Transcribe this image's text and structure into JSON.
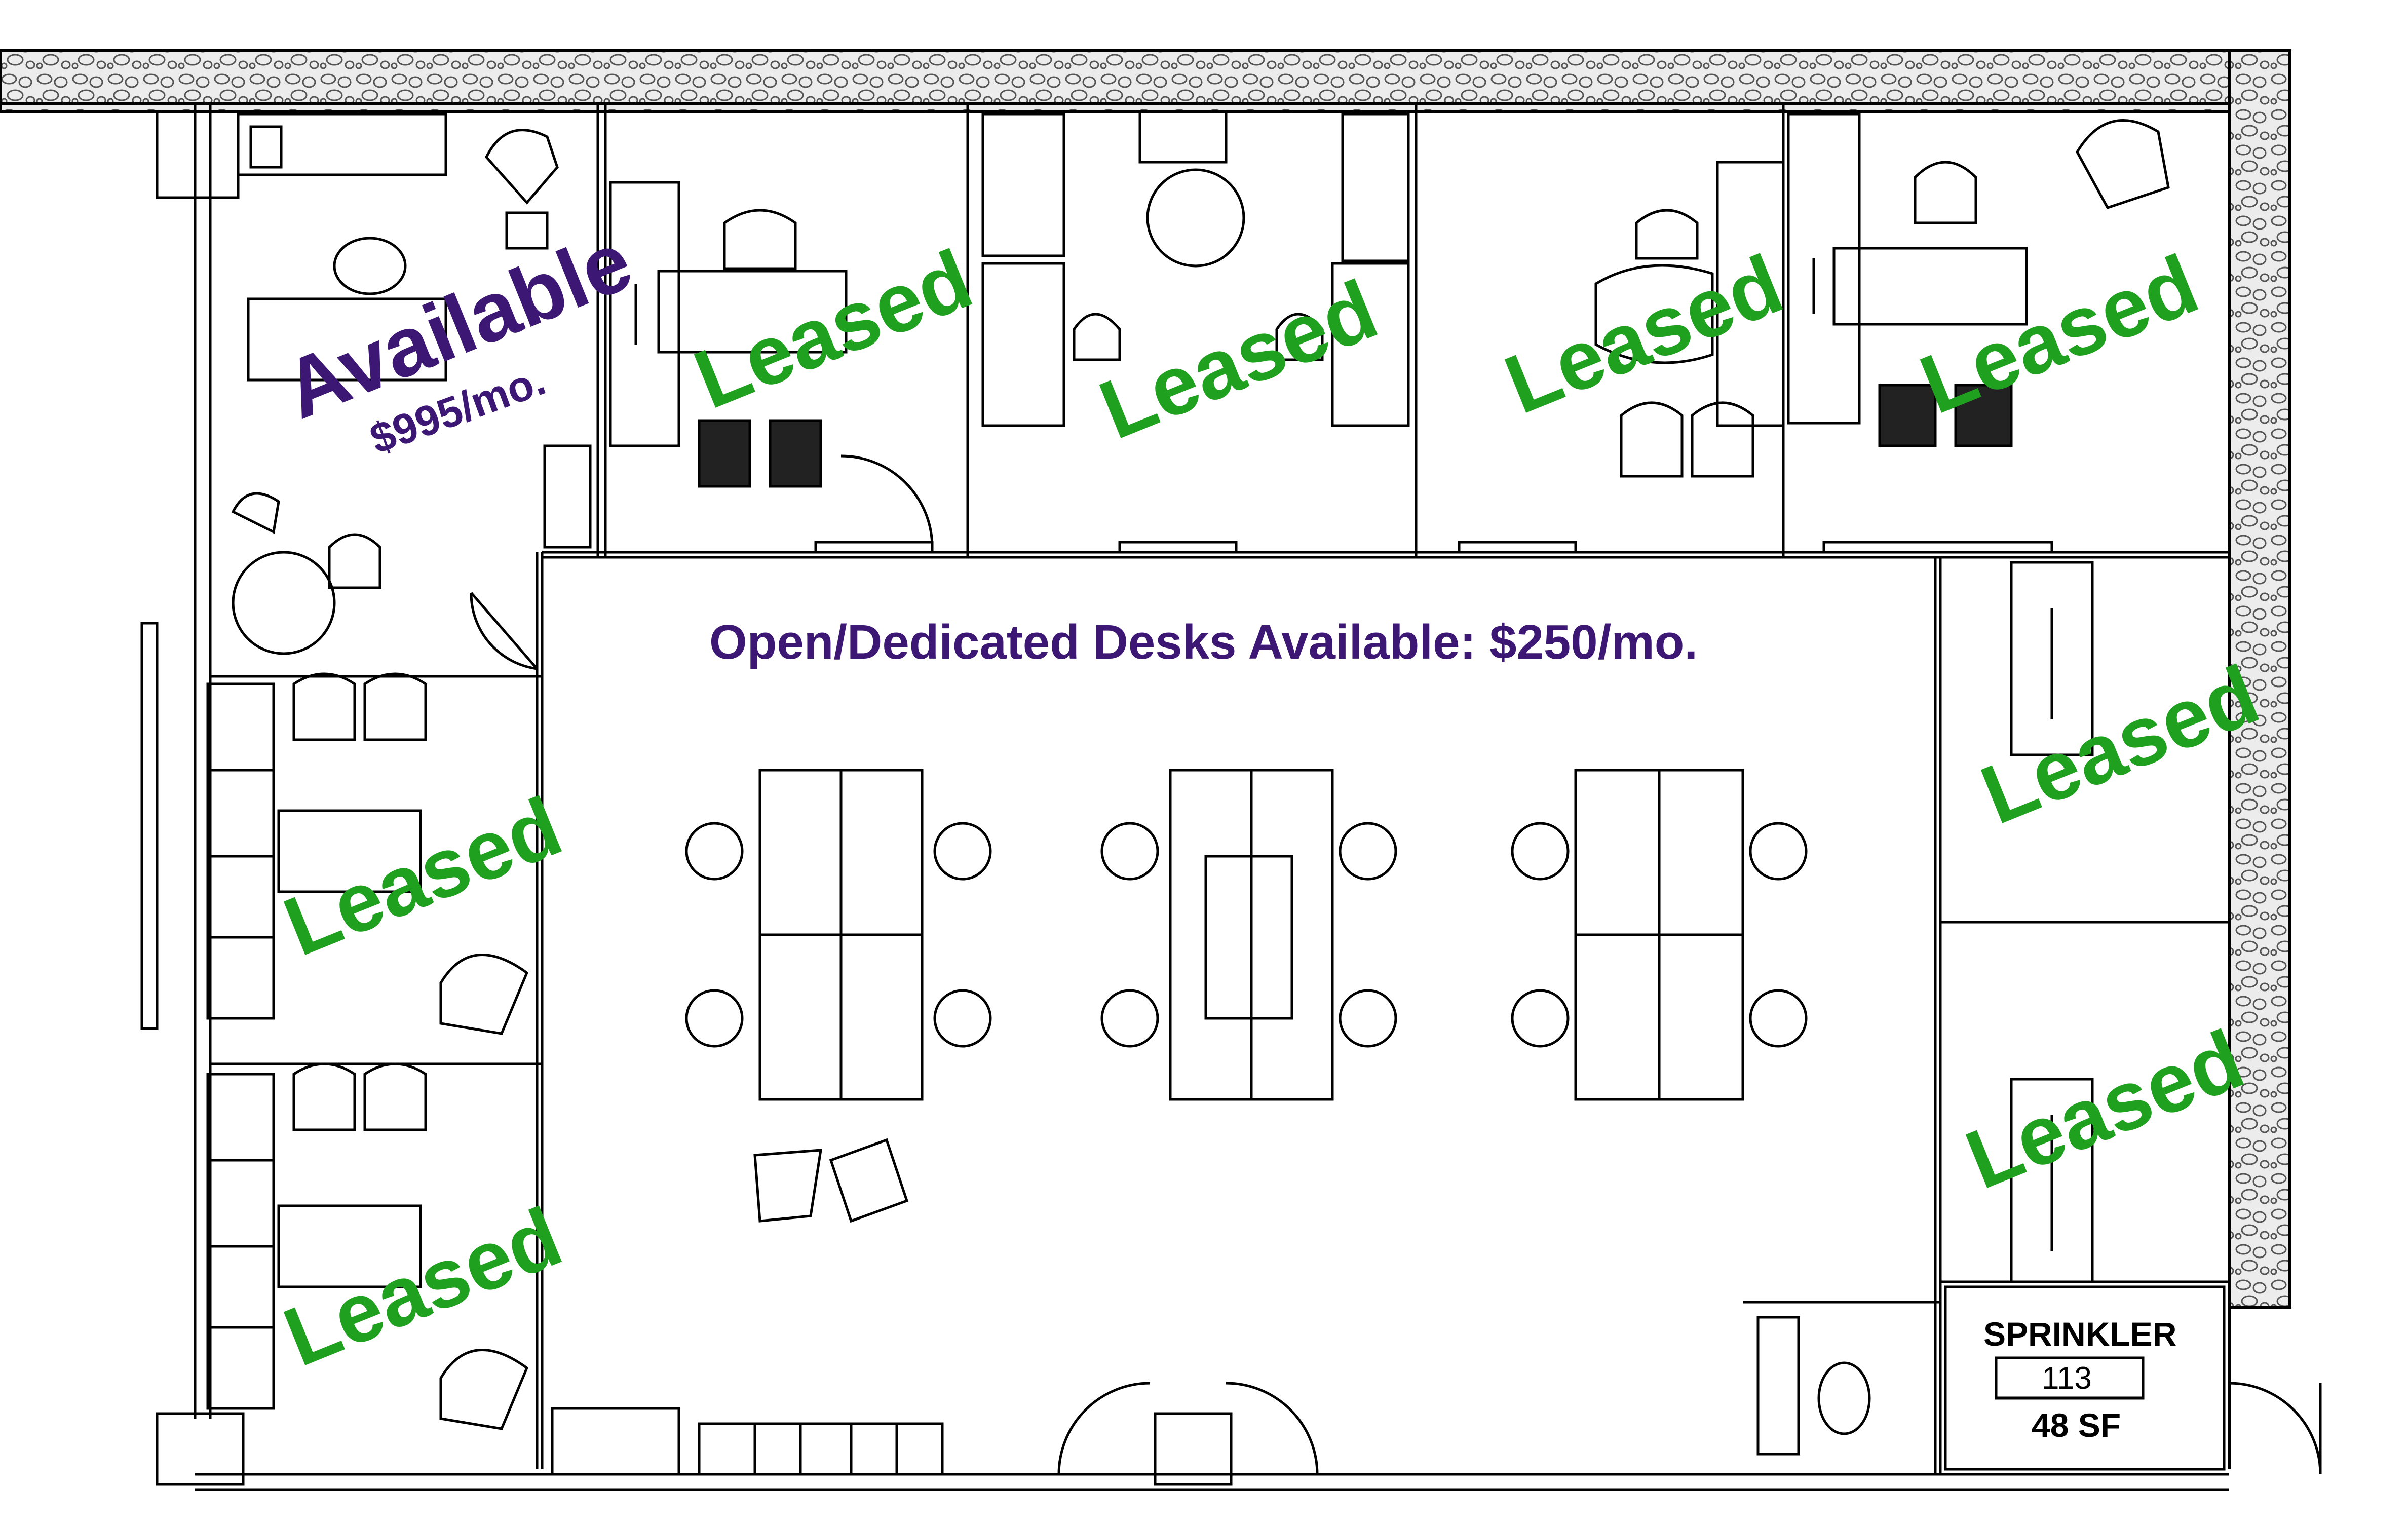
{
  "colors": {
    "leased": "#1fa11f",
    "available": "#3c1773",
    "line": "#000000",
    "wall_fill": "#c9c9c9"
  },
  "labels": {
    "available_office": "Available",
    "available_price": "$995/mo.",
    "open_desks": "Open/Dedicated Desks Available: $250/mo.",
    "leased": "Leased"
  },
  "offices": [
    {
      "id": "top-left-corner",
      "status": "Available"
    },
    {
      "id": "top-1",
      "status": "Leased"
    },
    {
      "id": "top-2",
      "status": "Leased"
    },
    {
      "id": "top-3",
      "status": "Leased"
    },
    {
      "id": "top-4",
      "status": "Leased"
    },
    {
      "id": "right-1",
      "status": "Leased"
    },
    {
      "id": "right-2",
      "status": "Leased"
    },
    {
      "id": "left-1",
      "status": "Leased"
    },
    {
      "id": "left-2",
      "status": "Leased"
    }
  ],
  "sprinkler_room": {
    "name": "SPRINKLER",
    "number": "113",
    "area": "48 SF"
  }
}
